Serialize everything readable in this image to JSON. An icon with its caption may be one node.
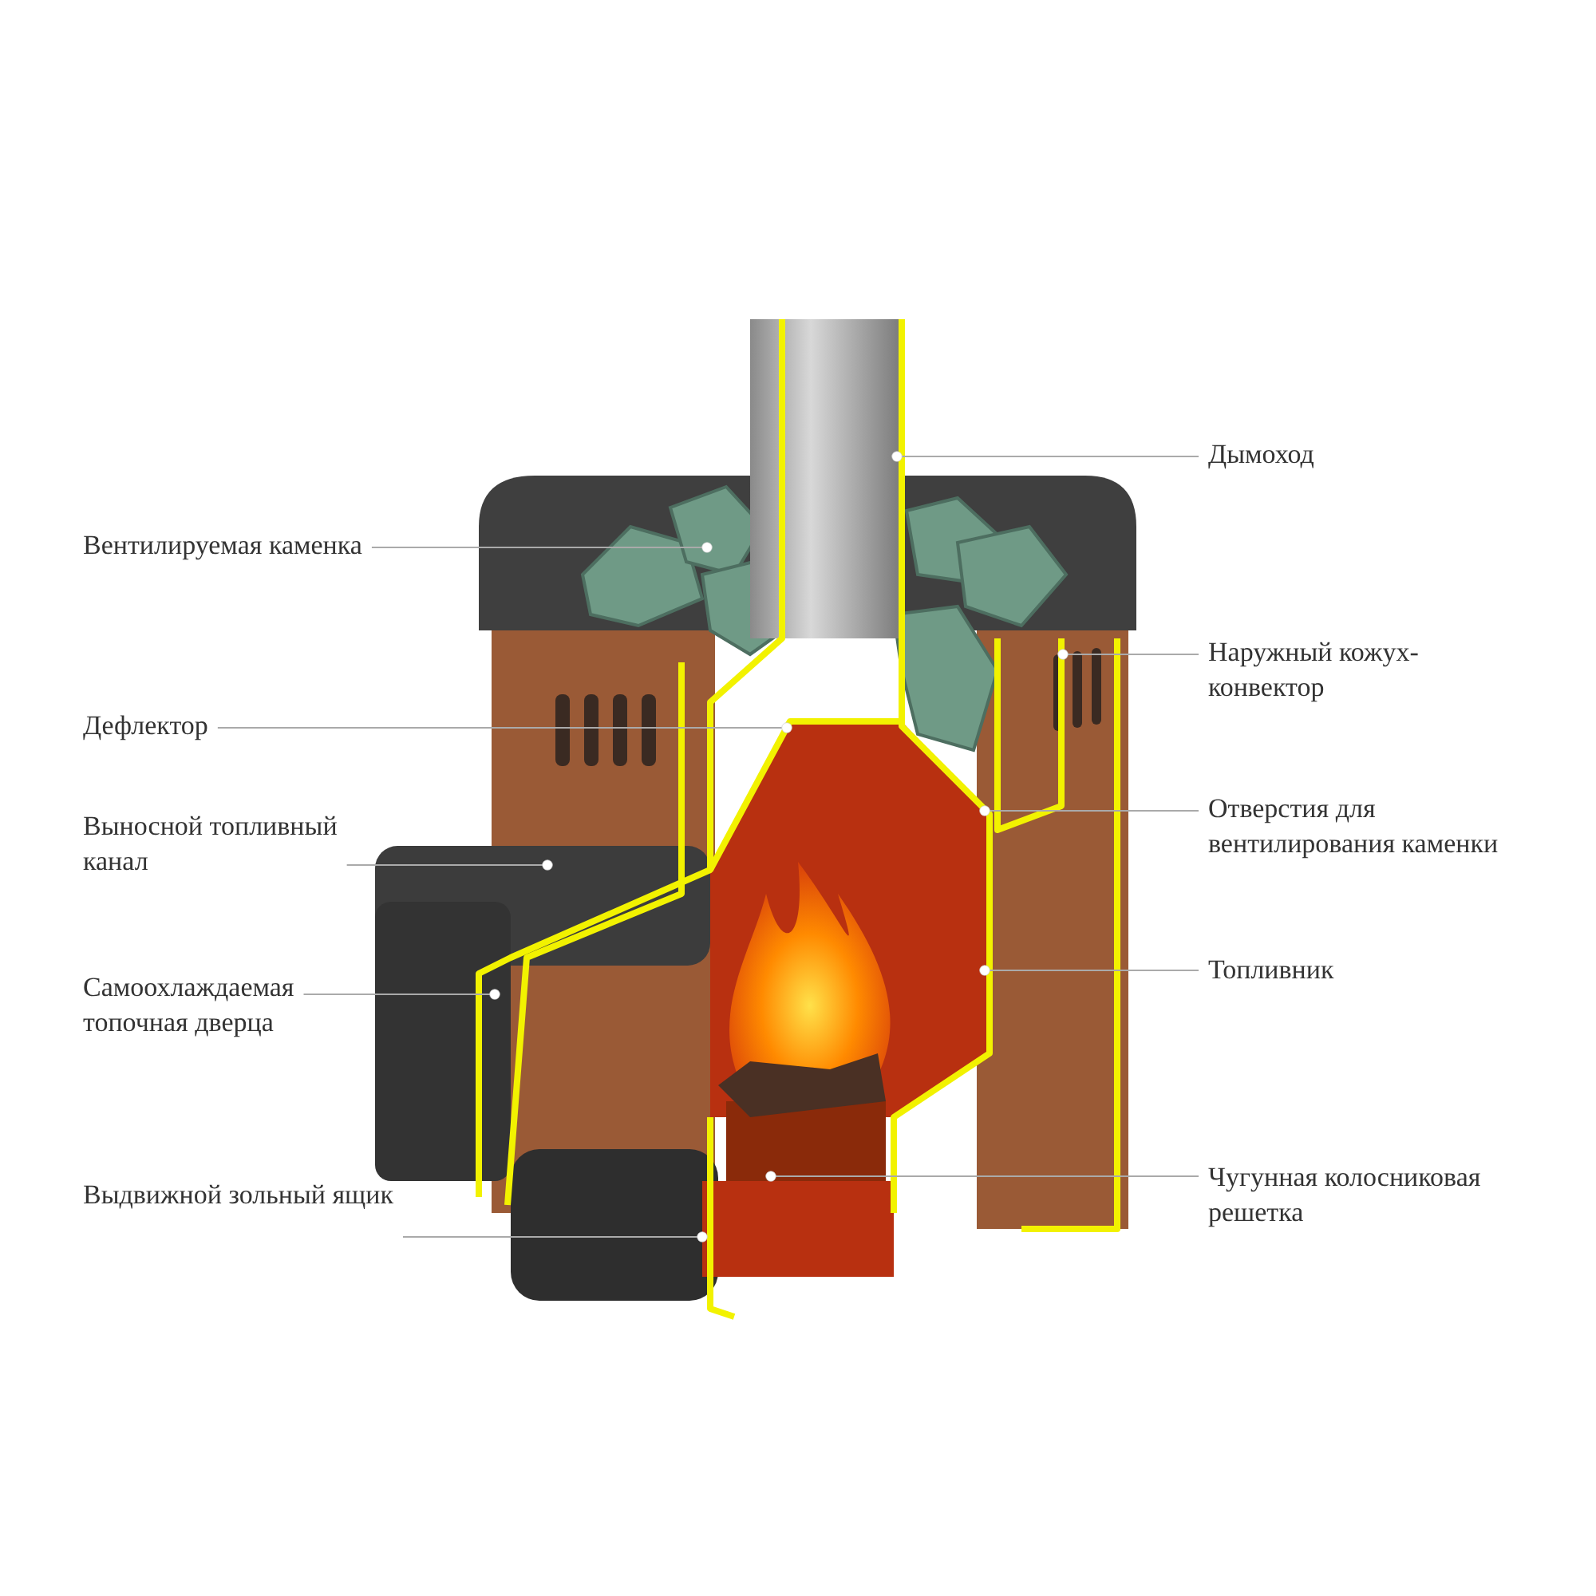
{
  "diagram": {
    "nodes": [
      {
        "text": [
          "Вентилируемая каменка"
        ]
      },
      {
        "text": [
          "Дефлектор"
        ]
      },
      {
        "text": [
          "Выносной топливный канал"
        ]
      },
      {
        "text": [
          "Самоохлаждаемая топочная дверца"
        ]
      },
      {
        "text": [
          "Выдвижной зольный ящик"
        ]
      },
      {
        "text": [
          "Дымоход"
        ]
      },
      {
        "text": [
          "Наружный кожух-конвектор"
        ]
      },
      {
        "text": [
          "Отверстия для вентилирования каменки"
        ]
      },
      {
        "text": [
          "Топливник"
        ]
      },
      {
        "text": [
          "Чугунная колосниковая решетка"
        ]
      }
    ],
    "edges": [
      {
        "from": 0,
        "to": null,
        "arrow": "other"
      },
      {
        "from": 1,
        "to": null,
        "arrow": "other"
      },
      {
        "from": 2,
        "to": null,
        "arrow": "other"
      },
      {
        "from": 3,
        "to": null,
        "arrow": "other"
      },
      {
        "from": 4,
        "to": null,
        "arrow": "other"
      },
      {
        "from": 5,
        "to": null,
        "arrow": "other"
      },
      {
        "from": 6,
        "to": null,
        "arrow": "other"
      },
      {
        "from": 7,
        "to": null,
        "arrow": "other"
      },
      {
        "from": 8,
        "to": null,
        "arrow": "other"
      },
      {
        "from": 9,
        "to": null,
        "arrow": "other"
      }
    ]
  }
}
